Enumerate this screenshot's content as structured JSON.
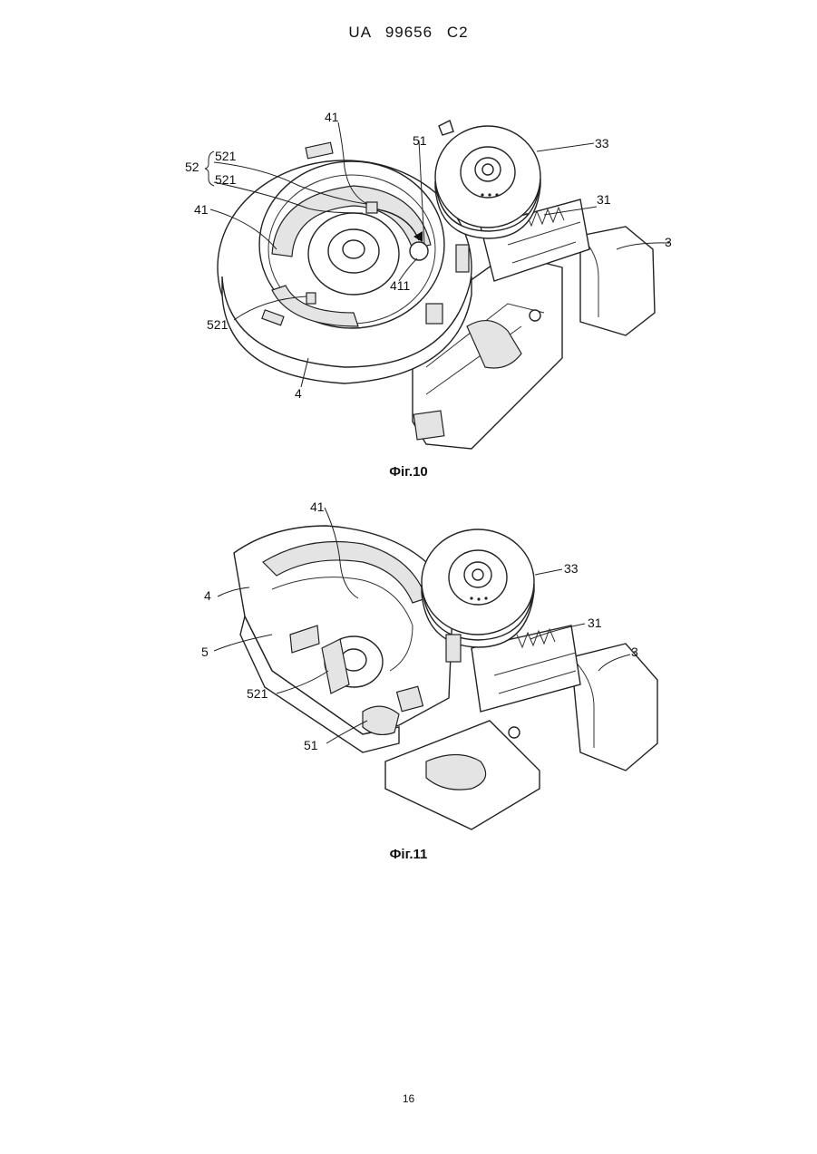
{
  "header": {
    "text": "UA   99656   C2"
  },
  "figure10": {
    "caption": "Фіг.10",
    "labels": {
      "l41_top": "41",
      "l51": "51",
      "l33": "33",
      "l52": "52",
      "l521_a": "521",
      "l521_b": "521",
      "l41_left": "41",
      "l31": "31",
      "l3": "3",
      "l411": "411",
      "l521_c": "521",
      "l4": "4"
    }
  },
  "figure11": {
    "caption": "Фіг.11",
    "labels": {
      "l41": "41",
      "l33": "33",
      "l4": "4",
      "l31": "31",
      "l3": "3",
      "l5": "5",
      "l521": "521",
      "l51": "51"
    }
  },
  "page_number": "16"
}
